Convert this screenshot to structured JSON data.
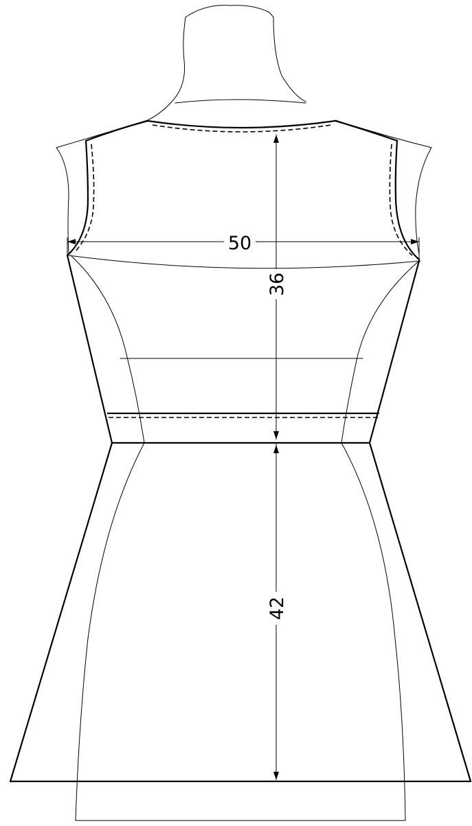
{
  "dimensions": {
    "bust_width": "50",
    "bodice_length": "36",
    "skirt_length": "42"
  },
  "colors": {
    "line": "#000000",
    "background": "#ffffff"
  }
}
